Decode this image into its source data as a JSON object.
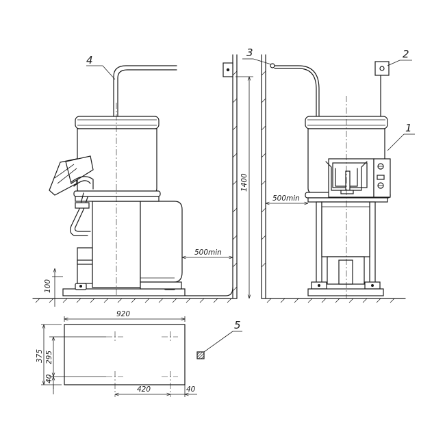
{
  "callouts": {
    "c1": "1",
    "c2": "2",
    "c3": "3",
    "c4": "4",
    "c5": "5"
  },
  "dimensions": {
    "floor_height": "100",
    "clearance_side_left": "500min",
    "clearance_wall_right": "500min",
    "switch_height": "1400",
    "footprint_width": "920",
    "footprint_depth": "375",
    "bolt_spacing_depth": "295",
    "edge_offset_left": "40",
    "bolt_spacing_width": "420",
    "edge_offset_bottom": "40"
  }
}
